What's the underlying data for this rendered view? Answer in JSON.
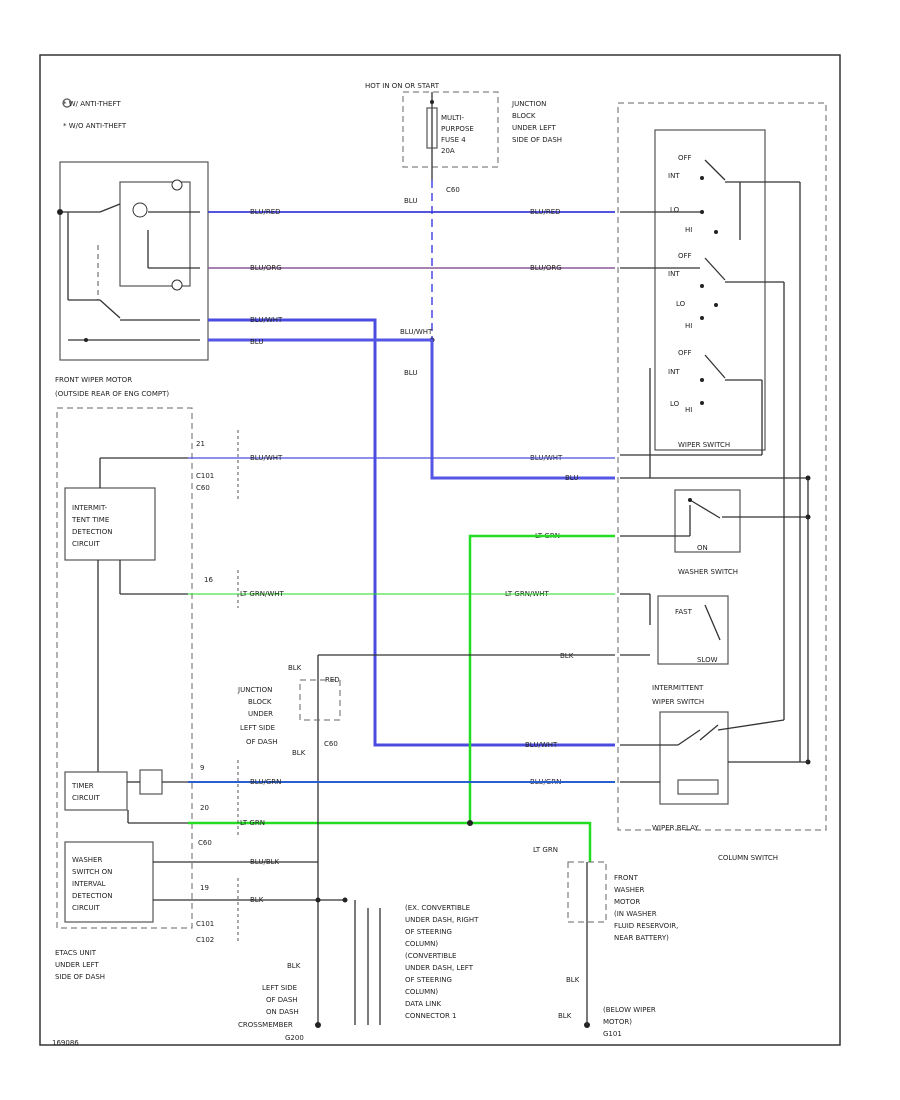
{
  "colors": {
    "blue_red": "#3b3bd9",
    "blue_org": "#8a5a9a",
    "blue_wht": "#4b4be0",
    "blu": "#5555e6",
    "lt_grn": "#22dd22",
    "blu_grn": "#2a5fd0",
    "wire_dark": "#333333"
  },
  "legend": {
    "line1": "* W/ ANTI-THEFT",
    "line2": "* W/O ANTI-THEFT"
  },
  "hot_note": "HOT IN ON OR START",
  "fuse": {
    "l1": "MULTI-",
    "l2": "PURPOSE",
    "l3": "FUSE 4",
    "l4": "20A"
  },
  "junction_block_top": {
    "l1": "JUNCTION",
    "l2": "BLOCK",
    "l3": "UNDER LEFT",
    "l4": "SIDE OF DASH"
  },
  "conn_c60": "C60",
  "wire_labels": {
    "blu_red_left": "BLU/RED",
    "blu_red_right": "BLU/RED",
    "blu_org_left": "BLU/ORG",
    "blu_org_right": "BLU/ORG",
    "blu_wht_left": "BLU/WHT",
    "blu_left": "BLU",
    "blu_top": "BLU",
    "blu_wht_mid": "BLU/WHT",
    "blu_mid": "BLU",
    "blu_wht_right": "BLU/WHT",
    "blu_right": "BLU",
    "lt_grn_right_top": "LT GRN",
    "lt_grn_wht_left": "LT GRN/WHT",
    "lt_grn_wht_right": "LT GRN/WHT",
    "blk_right": "BLK",
    "blk_junction": "BLK",
    "red": "RED",
    "blk_lower": "BLK",
    "blu_wht_lower": "BLU/WHT",
    "blu_grn_left": "BLU/GRN",
    "blu_grn_right": "BLU/GRN",
    "lt_grn_bottom": "LT GRN",
    "blu_blk": "BLU/BLK",
    "blk_bottom": "BLK",
    "blk_washer_top": "BLK",
    "blk_washer_bottom": "BLK",
    "lt_grn_washer": "LT GRN",
    "blk_vertical": "BLK"
  },
  "front_wiper_motor": {
    "l1": "FRONT WIPER MOTOR",
    "l2": "(OUTSIDE REAR OF ENG COMPT)"
  },
  "wiper_switch": {
    "label": "WIPER SWITCH",
    "s1": [
      "OFF",
      "INT",
      "LO",
      "HI"
    ],
    "s2": [
      "OFF",
      "INT",
      "LO",
      "HI"
    ],
    "s3": [
      "OFF",
      "INT",
      "LO",
      "HI"
    ]
  },
  "washer_switch": {
    "label": "WASHER SWITCH",
    "state": "ON"
  },
  "intermittent_switch": {
    "label1": "INTERMITTENT",
    "label2": "WIPER SWITCH",
    "fast": "FAST",
    "slow": "SLOW"
  },
  "wiper_relay": {
    "label": "WIPER RELAY"
  },
  "column_switch": "COLUMN SWITCH",
  "intermittent_circuit": {
    "l1": "INTERMIT-",
    "l2": "TENT TIME",
    "l3": "DETECTION",
    "l4": "CIRCUIT"
  },
  "timer_circuit": {
    "l1": "TIMER",
    "l2": "CIRCUIT"
  },
  "washer_circuit": {
    "l1": "WASHER",
    "l2": "SWITCH ON",
    "l3": "INTERVAL",
    "l4": "DETECTION",
    "l5": "CIRCUIT"
  },
  "etacs": {
    "l1": "ETACS UNIT",
    "l2": "UNDER LEFT",
    "l3": "SIDE OF DASH"
  },
  "connectors": {
    "c101": "C101",
    "c60a": "C60",
    "c60b": "C60",
    "c60c": "C60",
    "c101b": "C101",
    "c102": "C102",
    "pin21": "21",
    "pin16": "16",
    "pin9": "9",
    "pin20": "20",
    "pin19": "19"
  },
  "junction_block_mid": {
    "l1": "JUNCTION",
    "l2": "BLOCK",
    "l3": "UNDER",
    "l4": "LEFT SIDE",
    "l5": "OF DASH"
  },
  "convertible_note": {
    "l1": "(EX. CONVERTIBLE",
    "l2": "UNDER DASH, RIGHT",
    "l3": "OF STEERING",
    "l4": "COLUMN)",
    "l5": "(CONVERTIBLE",
    "l6": "UNDER DASH, LEFT",
    "l7": "OF STEERING",
    "l8": "COLUMN)",
    "l9": "DATA LINK",
    "l10": "CONNECTOR 1"
  },
  "ground_note": {
    "l1": "LEFT SIDE",
    "l2": "OF DASH",
    "l3": "ON DASH",
    "l4": "CROSSMEMBER",
    "l5": "G200"
  },
  "washer_motor": {
    "l1": "FRONT",
    "l2": "WASHER",
    "l3": "MOTOR",
    "l4": "(IN WASHER",
    "l5": "FLUID RESERVOIR,",
    "l6": "NEAR BATTERY)"
  },
  "below_motor": {
    "l1": "(BELOW WIPER",
    "l2": "MOTOR)",
    "l3": "G101"
  },
  "page_id": "169086"
}
